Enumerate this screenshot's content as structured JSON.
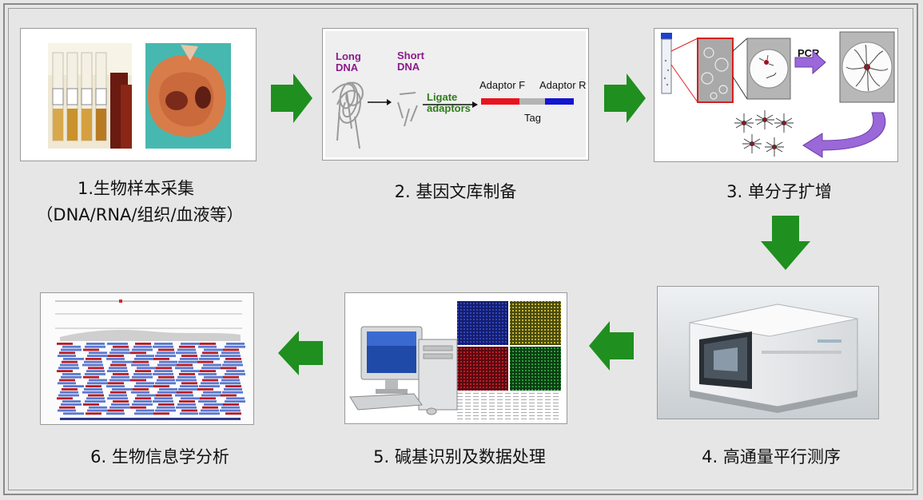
{
  "steps": [
    {
      "caption": "1.生物样本采集",
      "subcaption": "（DNA/RNA/组织/血液等）"
    },
    {
      "caption": "2. 基因文库制备"
    },
    {
      "caption": "3. 单分子扩增"
    },
    {
      "caption": "4. 高通量平行测序"
    },
    {
      "caption": "5. 碱基识别及数据处理"
    },
    {
      "caption": "6. 生物信息学分析"
    }
  ],
  "library_panel": {
    "long_dna_line1": "Long",
    "long_dna_line2": "DNA",
    "short_dna_line1": "Short",
    "short_dna_line2": "DNA",
    "ligate_line1": "Ligate",
    "ligate_line2": "adaptors",
    "adaptor_f": "Adaptor F",
    "adaptor_r": "Adaptor R",
    "tag": "Tag"
  },
  "amplification_panel": {
    "pcr_label": "PCR"
  },
  "colors": {
    "arrow_green": "#1f8f1f",
    "long_dna_label": "#8b1a8b",
    "ligate_label": "#2e7d1a",
    "adaptor_f": "#e8141e",
    "adaptor_r": "#1414d2",
    "pcr_arrow": "#9a68d8"
  }
}
